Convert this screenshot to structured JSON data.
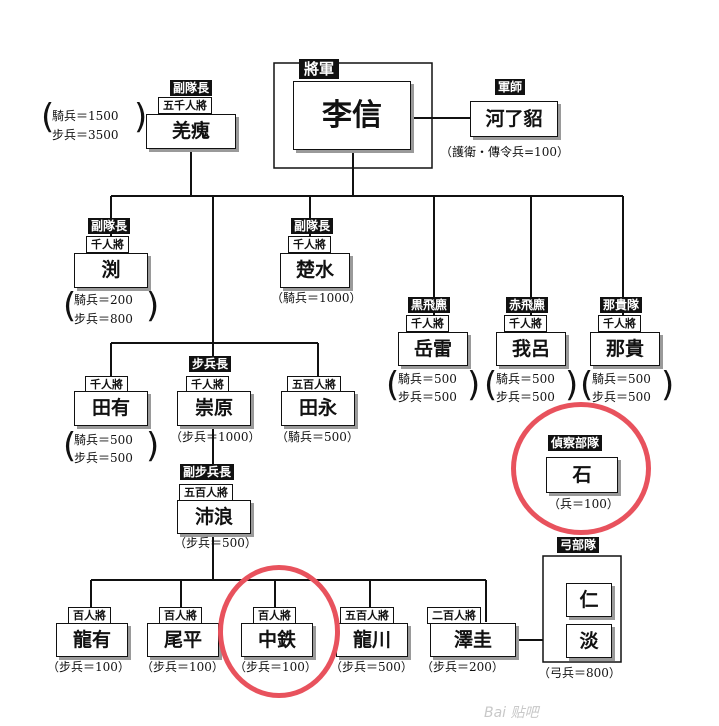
{
  "general": {
    "tag": "將軍",
    "name": "李信"
  },
  "strategist": {
    "tag": "軍師",
    "name": "河了貂",
    "note": "（護衛・傳令兵=100）"
  },
  "deputy_main": {
    "tag": "副隊長",
    "rank": "五千人將",
    "name": "羌瘣",
    "note1": "騎兵＝1500",
    "note2": "步兵＝3500"
  },
  "deputy_left": {
    "tag": "副隊長",
    "rank": "千人將",
    "name": "渕",
    "note1": "騎兵＝200",
    "note2": "步兵＝800"
  },
  "deputy_center": {
    "tag": "副隊長",
    "rank": "千人將",
    "name": "楚水",
    "note": "（騎兵＝1000）"
  },
  "kokuhien": {
    "tag": "黒飛麃",
    "rank": "千人將",
    "name": "岳雷",
    "note1": "騎兵＝500",
    "note2": "步兵＝500"
  },
  "sekihien": {
    "tag": "赤飛麃",
    "rank": "千人將",
    "name": "我呂",
    "note1": "騎兵＝500",
    "note2": "步兵＝500"
  },
  "nakitai": {
    "tag": "那貴隊",
    "rank": "千人將",
    "name": "那貴",
    "note1": "騎兵＝500",
    "note2": "步兵＝500"
  },
  "denyu": {
    "rank": "千人將",
    "name": "田有",
    "note1": "騎兵＝500",
    "note2": "步兵＝500"
  },
  "sugen": {
    "tag": "步兵長",
    "rank": "千人將",
    "name": "崇原",
    "note": "（步兵＝1000）"
  },
  "denei": {
    "rank": "五百人將",
    "name": "田永",
    "note": "（騎兵＝500）"
  },
  "scout": {
    "tag": "偵察部隊",
    "name": "石",
    "note": "（兵＝100）"
  },
  "hairo": {
    "tag": "副步兵長",
    "rank": "五百人將",
    "name": "沛浪",
    "note": "（步兵＝500）"
  },
  "archers": {
    "tag": "弓部隊",
    "name1": "仁",
    "name2": "淡",
    "note": "（弓兵＝800）"
  },
  "ryuyu": {
    "rank": "百人將",
    "name": "龍有",
    "note": "（步兵＝100）"
  },
  "bihei": {
    "rank": "百人將",
    "name": "尾平",
    "note": "（步兵＝100）"
  },
  "chutetsu": {
    "rank": "百人將",
    "name": "中鉄",
    "note": "（步兵＝100）"
  },
  "ryusen": {
    "rank": "五百人將",
    "name": "龍川",
    "note": "（步兵＝500）"
  },
  "takukei": {
    "rank": "二百人將",
    "name": "澤圭",
    "note": "（步兵＝200）"
  },
  "watermark": "Bai 贴吧"
}
